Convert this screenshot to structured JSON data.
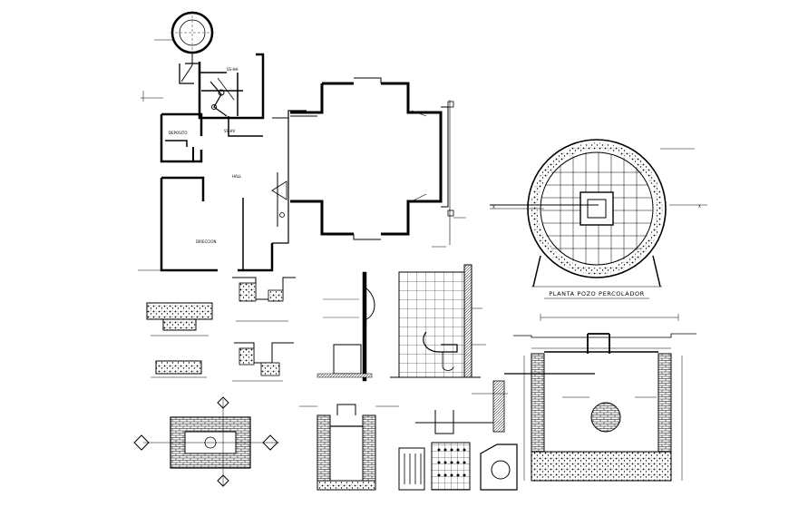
{
  "drawing": {
    "floor_plan": {
      "rooms": {
        "sshh_top": "SS-HH",
        "sshh_bottom": "SS-HV",
        "deposit": "DEPOSITO",
        "hall": "HALL",
        "direction": "DIRECCION"
      }
    },
    "percolation_well": {
      "plan_title": "PLANTA  POZO  PERCOLADOR",
      "section_marker": "X"
    },
    "colors": {
      "line": "#000000",
      "background": "#ffffff"
    }
  }
}
